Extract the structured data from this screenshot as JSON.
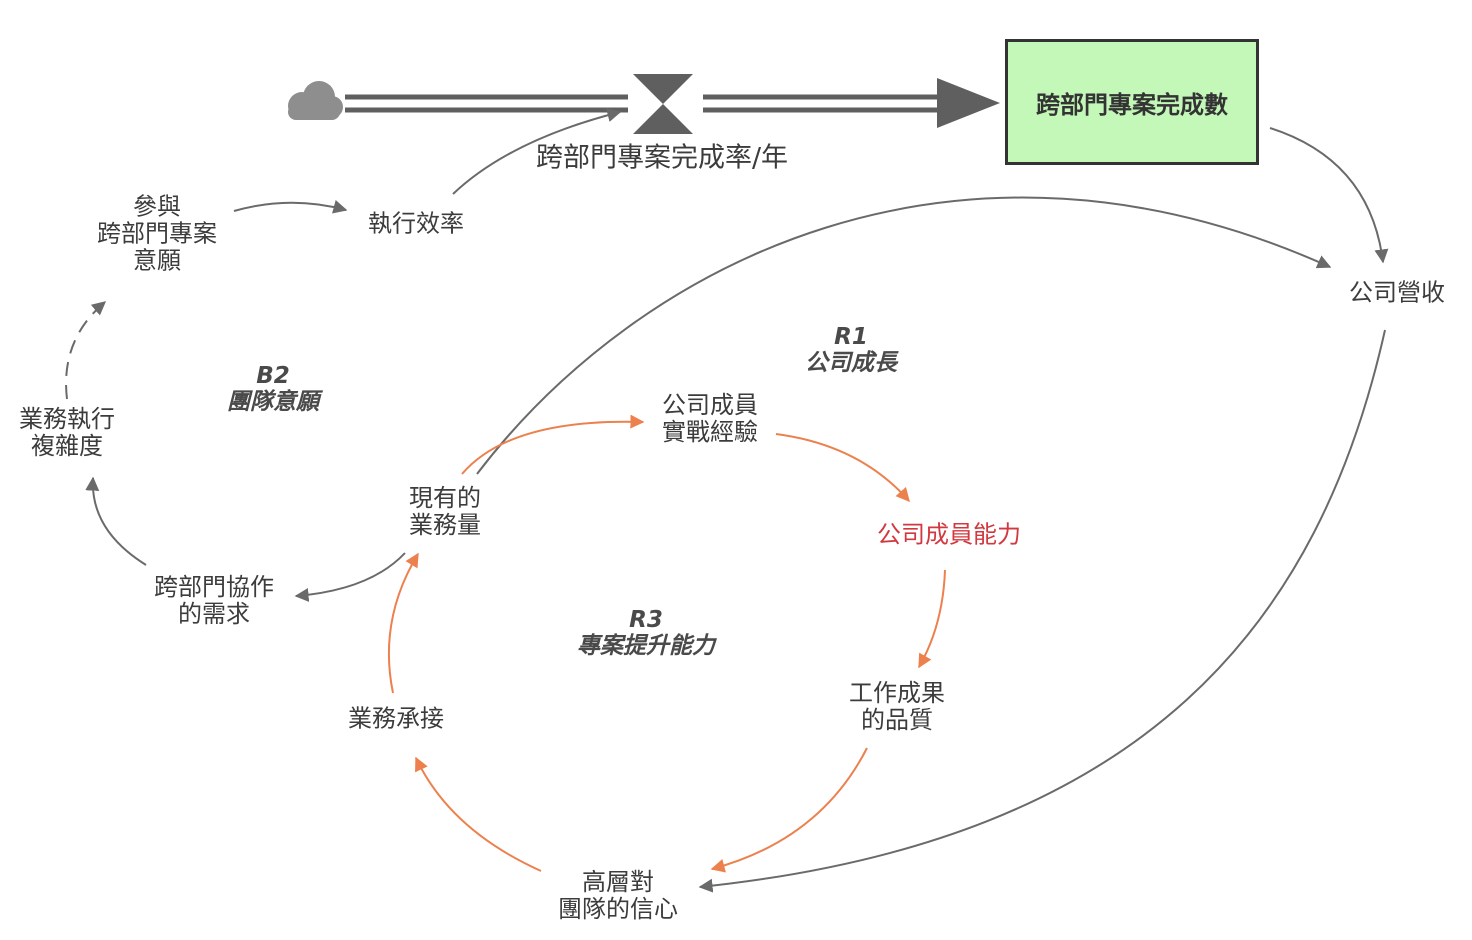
{
  "stock": {
    "label": "跨部門專案完成數"
  },
  "flow": {
    "label": "跨部門專案完成率/年"
  },
  "variables": {
    "willingness": [
      "參與",
      "跨部門專案",
      "意願"
    ],
    "efficiency": "執行效率",
    "revenue": "公司營收",
    "complexity": [
      "業務執行",
      "複雜度"
    ],
    "experience": [
      "公司成員",
      "實戰經驗"
    ],
    "workload": [
      "現有的",
      "業務量"
    ],
    "capability": "公司成員能力",
    "collab_need": [
      "跨部門協作",
      "的需求"
    ],
    "quality": [
      "工作成果",
      "的品質"
    ],
    "business": "業務承接",
    "confidence": [
      "高層對",
      "團隊的信心"
    ]
  },
  "loops": {
    "b2": {
      "id": "B2",
      "name": "團隊意願"
    },
    "r1": {
      "id": "R1",
      "name": "公司成長"
    },
    "r3": {
      "id": "R3",
      "name": "專案提升能力"
    }
  },
  "colors": {
    "link": "#6a6a6a",
    "reinforcing_link": "#ec814e",
    "pipe": "#5f5f5f",
    "stock_fill": "#c3f8b9",
    "stock_border": "#333333",
    "highlight_text": "#d2383f"
  },
  "icons": {
    "source": "cloud-icon",
    "valve": "valve-icon"
  }
}
